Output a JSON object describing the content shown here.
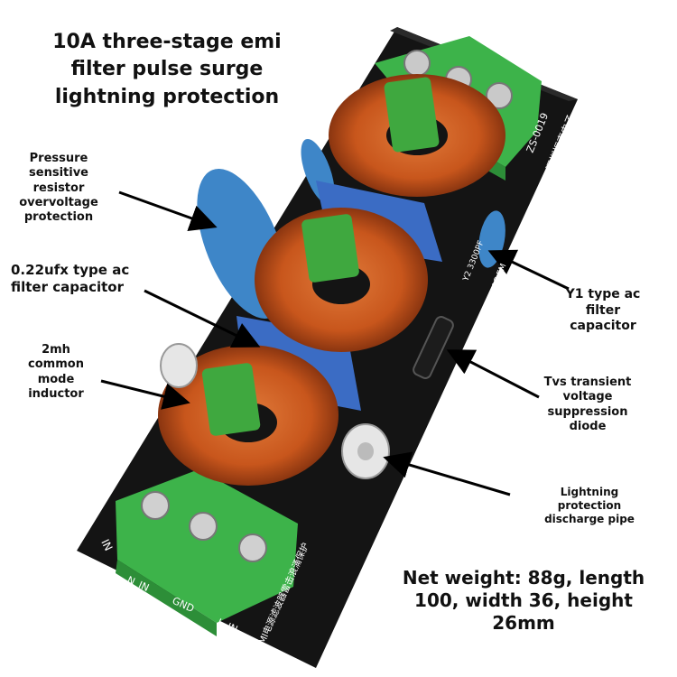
{
  "title": "10A three-stage emi\nfilter pulse surge\nlightning protection",
  "labels": {
    "pressure_resistor": "Pressure\nsensitive\nresistor\novervoltage\nprotection",
    "capacitor_022": "0.22ufx type ac\nfilter capacitor",
    "inductor": "2mh\ncommon\nmode\ninductor",
    "y1_capacitor": "Y1 type ac\nfilter\ncapacitor",
    "tvs_diode": "Tvs transient\nvoltage\nsuppression\ndiode",
    "discharge_pipe": "Lightning\nprotection\ndischarge pipe"
  },
  "specs": "Net weight: 88g, length\n100, width 36, height\n26mm",
  "board_print": {
    "model": "ZS-0019",
    "brand": "深圳振声电子",
    "terminals": [
      "N_IN",
      "GND",
      "L_IN"
    ],
    "terminal_prefix": "IN",
    "y2_cap": "Y2 3300PF",
    "ac_label": "AC EM",
    "footer": "EMI电源滤波器雷击浪涌保护"
  },
  "colors": {
    "pcb": "#141414",
    "terminal": "#3db34a",
    "copper": "#c8561c",
    "green_bracket": "#3fa83f",
    "blue_cap": "#3b6cc4",
    "varistor": "#3e86c8"
  }
}
